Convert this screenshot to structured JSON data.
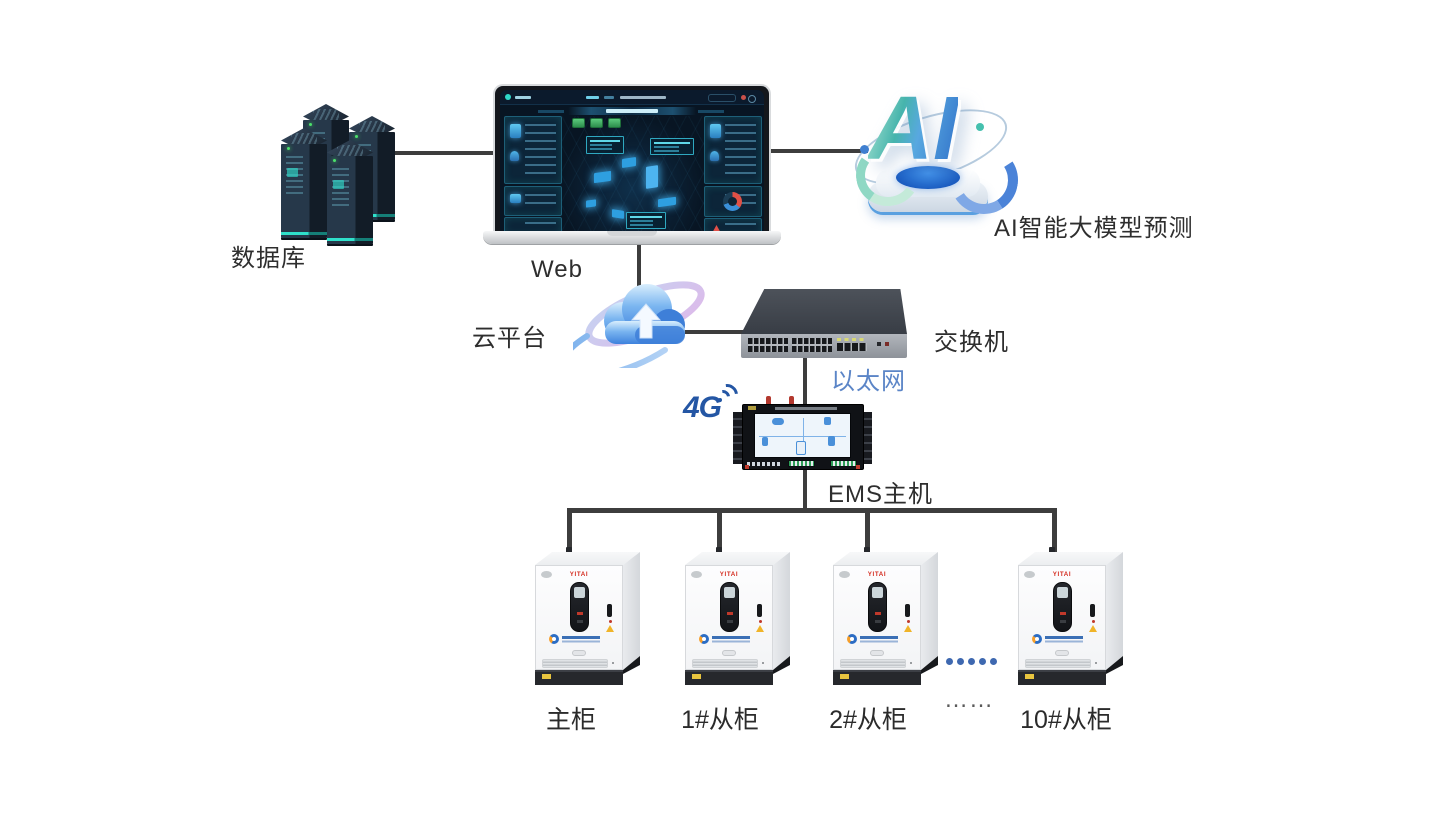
{
  "labels": {
    "database": "数据库",
    "web": "Web",
    "cloud": "云平台",
    "switch": "交换机",
    "ethernet": "以太网",
    "fourg": "4G",
    "ems": "EMS主机",
    "ai_caption": "AI智能大模型预测",
    "ai_logo": "AI",
    "ellipsis": "……"
  },
  "cabinets": [
    {
      "label": "主柜"
    },
    {
      "label": "1#从柜"
    },
    {
      "label": "2#从柜"
    },
    {
      "label": "10#从柜"
    }
  ],
  "cabinet_brand": "YITAI",
  "ellipsis_dots_count": 5,
  "colors": {
    "connector": "#3d3d3d",
    "ethernet_label": "#5b85c7",
    "fourg_blue": "#2456a4",
    "brand_red": "#d42b1e",
    "accent_teal": "#2fe0cb",
    "accent_blue": "#4a90e2"
  }
}
